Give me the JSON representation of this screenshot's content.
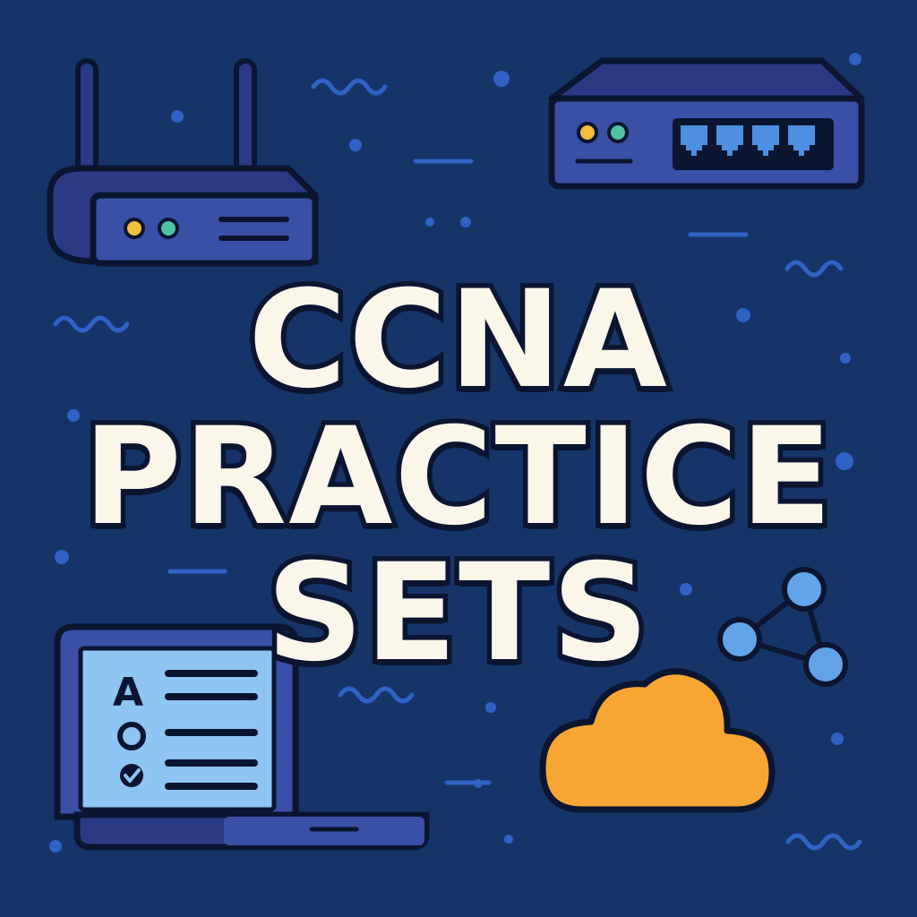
{
  "title": {
    "lines": [
      "CCNA",
      "PRACTICE",
      "SETS"
    ]
  },
  "screen": {
    "answer_letter": "A"
  },
  "colors": {
    "background": "#163468",
    "device_body": "#3a4fa6",
    "device_dark": "#2a3a85",
    "outline": "#0b1530",
    "title_text": "#fbf6ea",
    "led_yellow": "#f5bd3c",
    "led_green": "#4fc3a1",
    "port_blue": "#4d8fe0",
    "screen_blue": "#8ec5f2",
    "cloud_orange": "#f7a634",
    "node_blue": "#63a4e8",
    "decor_blue": "#2f62c4"
  },
  "icons": [
    "router-icon",
    "network-switch-icon",
    "laptop-quiz-icon",
    "cloud-icon",
    "share-nodes-icon"
  ]
}
